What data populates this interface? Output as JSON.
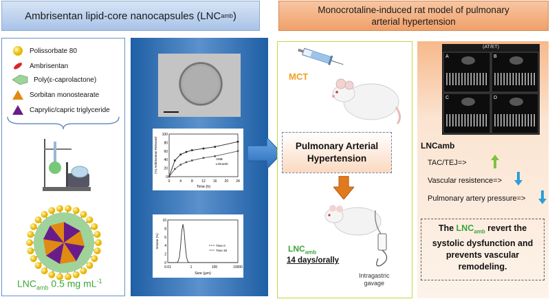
{
  "left_header": {
    "title": "Ambrisentan lipid-core nanocapsules (LNC",
    "sub": "amb",
    "tail": ")"
  },
  "right_header": {
    "title": "Monocrotaline-induced rat model of pulmonary arterial hypertension"
  },
  "legend": [
    {
      "label": "Polissorbate 80",
      "icon": "yellow-sphere-icon"
    },
    {
      "label": "Ambrisentan",
      "icon": "red-drop-icon"
    },
    {
      "label": "Poly(ε-caprolactone)",
      "icon": "green-arrow-icon"
    },
    {
      "label": "Sorbitan monostearate",
      "icon": "orange-triangle-icon"
    },
    {
      "label": "Caprylic/capric triglyceride",
      "icon": "purple-triangle-icon"
    }
  ],
  "left_footer": {
    "prefix": "LNC",
    "sub": "amb",
    "value": " 0.5 mg mL",
    "exp": "-1"
  },
  "release_chart": {
    "ylabel": "(%) Ambrisentan Released",
    "xlabel": "Time (h)",
    "xticks": [
      "0",
      "4",
      "8",
      "12",
      "16",
      "20",
      "24"
    ],
    "yticks": [
      "0",
      "20",
      "40",
      "60",
      "80",
      "100"
    ],
    "legend": [
      "AMB",
      "LNCamb"
    ]
  },
  "size_chart": {
    "ylabel": "Volume (%)",
    "xlabel": "Size (µm)",
    "xticks": [
      "0.01",
      "1",
      "100",
      "10000"
    ],
    "yticks": [
      "0",
      "2",
      "4",
      "6",
      "8",
      "10"
    ],
    "legend": [
      "Time 0",
      "Time 30"
    ]
  },
  "mct_label": "MCT",
  "pah_box": {
    "line1": "Pulmonary Arterial",
    "line2": "Hypertension"
  },
  "treatment": {
    "prefix": "LNC",
    "sub": "amb",
    "line2": "14 days/orally"
  },
  "gavage_label": {
    "line1": "Intragastric",
    "line2": "gavage"
  },
  "echo_title": "(AT/ET)",
  "echo_panels": [
    "A",
    "B",
    "C",
    "D"
  ],
  "lncamb_title": "LNCamb",
  "effects": [
    {
      "label": "TAC/TEJ=>",
      "direction": "up"
    },
    {
      "label": "Vascular resistence=>",
      "direction": "down"
    },
    {
      "label": "Pulmonary artery pressure=>",
      "direction": "down"
    }
  ],
  "conclusion": {
    "pre": "The ",
    "lnc": "LNC",
    "sub": "amb",
    "post": " revert the",
    "line2": "systolic dysfunction and",
    "line3": "prevents vascular",
    "line4": "remodeling."
  },
  "colors": {
    "blue_header": "#a8c3e8",
    "orange_header": "#f0a06a",
    "green": "#3aa63a",
    "arrow_up": "#7dc242",
    "arrow_down": "#2a9fd8"
  }
}
